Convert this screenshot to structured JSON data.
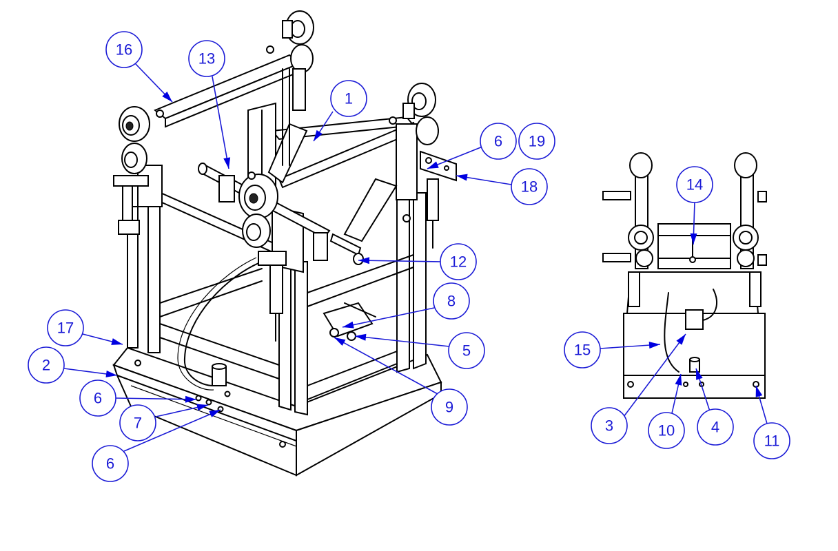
{
  "callouts": [
    {
      "id": "c1",
      "label": "1"
    },
    {
      "id": "c2",
      "label": "2"
    },
    {
      "id": "c3",
      "label": "3"
    },
    {
      "id": "c4",
      "label": "4"
    },
    {
      "id": "c5",
      "label": "5"
    },
    {
      "id": "c6a",
      "label": "6"
    },
    {
      "id": "c6b",
      "label": "6"
    },
    {
      "id": "c6c",
      "label": "6"
    },
    {
      "id": "c7",
      "label": "7"
    },
    {
      "id": "c8",
      "label": "8"
    },
    {
      "id": "c9",
      "label": "9"
    },
    {
      "id": "c10",
      "label": "10"
    },
    {
      "id": "c11",
      "label": "11"
    },
    {
      "id": "c12",
      "label": "12"
    },
    {
      "id": "c13",
      "label": "13"
    },
    {
      "id": "c14",
      "label": "14"
    },
    {
      "id": "c15",
      "label": "15"
    },
    {
      "id": "c16",
      "label": "16"
    },
    {
      "id": "c17",
      "label": "17"
    },
    {
      "id": "c18",
      "label": "18"
    },
    {
      "id": "c19",
      "label": "19"
    }
  ],
  "colors": {
    "callout": "#1a1ad6",
    "arrow": "#0000e0",
    "line": "#000000"
  }
}
